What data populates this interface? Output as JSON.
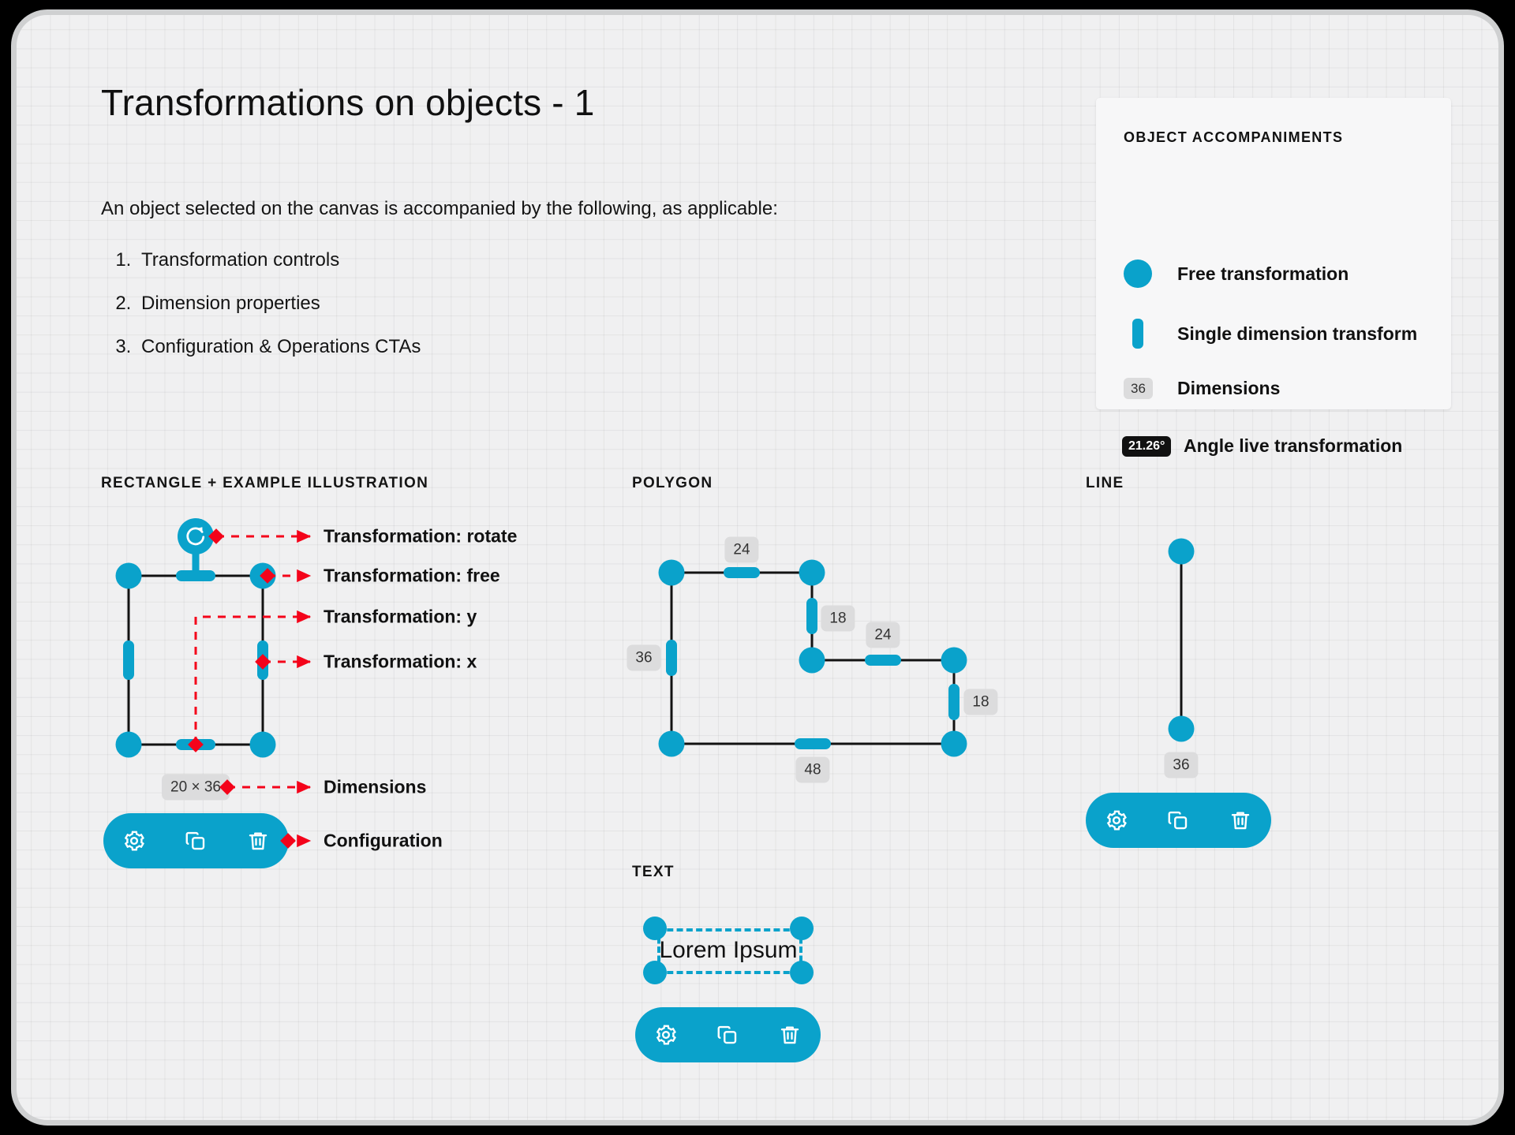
{
  "page": {
    "title": "Transformations on objects - 1",
    "intro": "An object selected on the canvas is accompanied by the following, as applicable:",
    "steps": [
      "Transformation controls",
      "Dimension properties",
      "Configuration & Operations CTAs"
    ]
  },
  "legend": {
    "title": "OBJECT ACCOMPANIMENTS",
    "items": [
      {
        "icon": "free-transform-dot-icon",
        "label": "Free transformation"
      },
      {
        "icon": "single-dimension-bar-icon",
        "label": "Single dimension transform"
      },
      {
        "icon": "dimension-chip-icon",
        "chip": "36",
        "label": "Dimensions"
      },
      {
        "icon": "angle-chip-icon",
        "chip": "21.26°",
        "label": "Angle live transformation"
      }
    ]
  },
  "sections": {
    "rectangle": {
      "label": "RECTANGLE + EXAMPLE ILLUSTRATION",
      "dimensions_chip": "20 × 36",
      "callouts": [
        "Transformation: rotate",
        "Transformation: free",
        "Transformation: y",
        "Transformation: x",
        "Dimensions",
        "Configuration"
      ],
      "toolbar": [
        {
          "icon": "gear-icon",
          "name": "settings"
        },
        {
          "icon": "copy-icon",
          "name": "duplicate"
        },
        {
          "icon": "trash-icon",
          "name": "delete"
        }
      ]
    },
    "polygon": {
      "label": "POLYGON",
      "dimension_chips": [
        "24",
        "18",
        "24",
        "36",
        "18",
        "48"
      ]
    },
    "line": {
      "label": "LINE",
      "dimension_chip": "36",
      "toolbar": [
        {
          "icon": "gear-icon",
          "name": "settings"
        },
        {
          "icon": "copy-icon",
          "name": "duplicate"
        },
        {
          "icon": "trash-icon",
          "name": "delete"
        }
      ]
    },
    "text": {
      "label": "TEXT",
      "content": "Lorem Ipsum",
      "toolbar": [
        {
          "icon": "gear-icon",
          "name": "settings"
        },
        {
          "icon": "copy-icon",
          "name": "duplicate"
        },
        {
          "icon": "trash-icon",
          "name": "delete"
        }
      ]
    }
  },
  "colors": {
    "accent": "#0aa2cb",
    "annotation": "#f4031a",
    "chip_bg": "#dcdcdd",
    "stroke": "#121212",
    "canvas_bg": "#f0f0f1"
  }
}
